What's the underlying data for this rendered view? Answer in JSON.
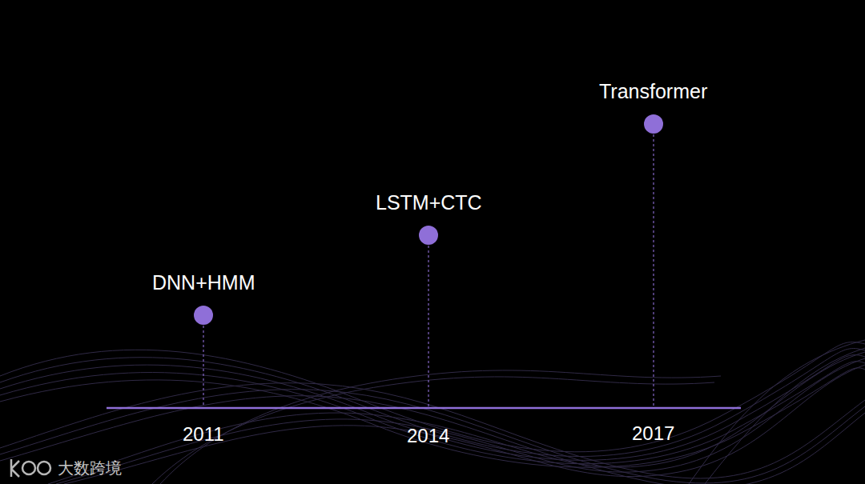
{
  "diagram": {
    "nodes": [
      {
        "text": [
          "DNN+HMM"
        ]
      },
      {
        "text": [
          "LSTM+CTC"
        ]
      },
      {
        "text": [
          "Transformer"
        ]
      }
    ],
    "labels": [
      "2011",
      "2014",
      "2017",
      "大数跨境"
    ]
  }
}
